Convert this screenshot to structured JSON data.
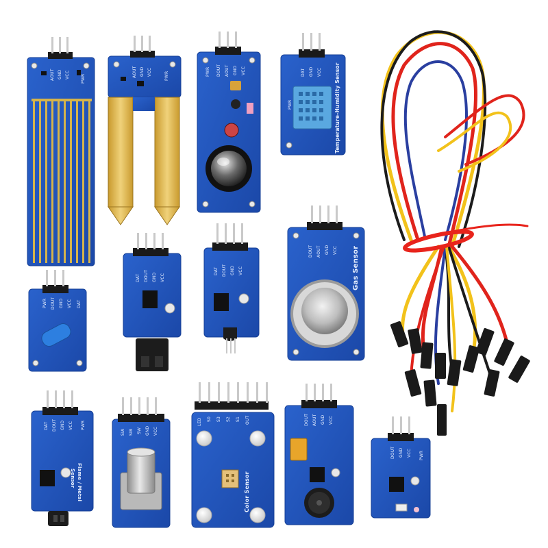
{
  "colors": {
    "pcb": "#1f52b8",
    "pcb_dark": "#143d8f",
    "pcb_edge": "#2f66d0",
    "gold": "#d9b44a",
    "pin": "#c7c7c7",
    "header_plastic": "#1a1a1a",
    "wire_red": "#e0241c",
    "wire_yellow": "#f2c21b",
    "wire_black": "#1c1c1c",
    "wire_blue": "#2a3fa0"
  },
  "labels": {
    "humidity_sensor": "Temperature-Humidity Sensor",
    "gas_sensor": "Gas Sensor",
    "color_sensor": "Color Sensor",
    "flame_metal": "Flame / Metal",
    "flame_metal_2": "Sensor",
    "pwr": "PWR",
    "dat": "DAT",
    "aout": "AOUT",
    "dout": "DOUT",
    "gnd": "GND",
    "vcc": "VCC",
    "sia": "SIA",
    "sib": "SIB",
    "sw": "SW",
    "led": "LED",
    "s0": "S0",
    "s1": "S1",
    "s2": "S2",
    "s3": "S3",
    "out": "OUT"
  }
}
